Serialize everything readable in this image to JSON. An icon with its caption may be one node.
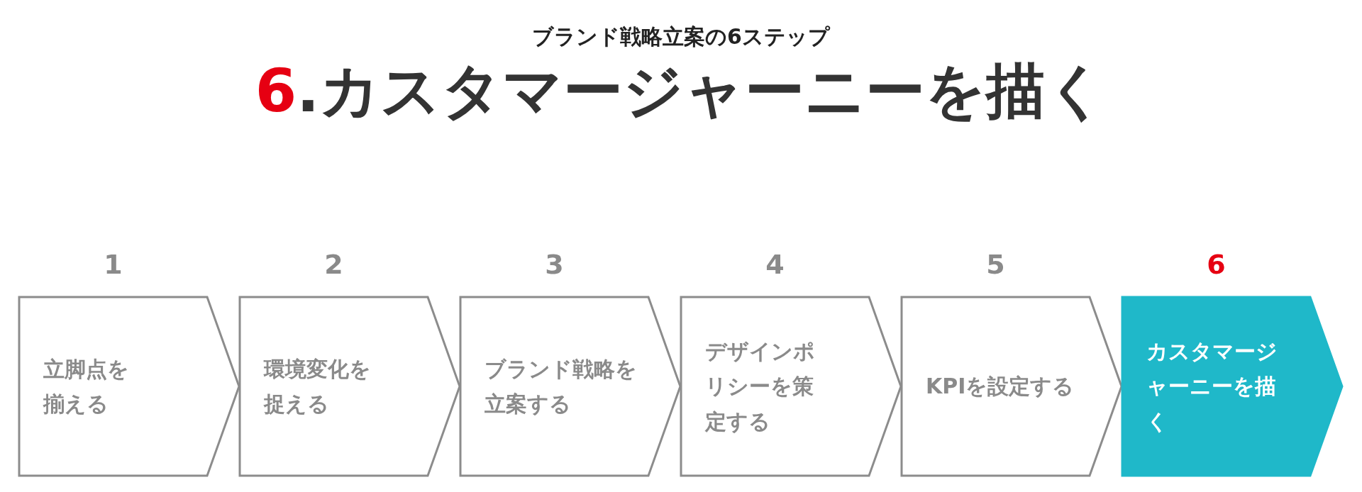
{
  "diagram": {
    "title": "6.カスタマージャーニーを描く",
    "nodes": [
      {
        "text": [
          "立脚点を揃える"
        ],
        "beside": [
          "1"
        ]
      },
      {
        "text": [
          "環境変化を捉える"
        ],
        "beside": [
          "2"
        ]
      },
      {
        "text": [
          "ブランド戦略を立案する"
        ],
        "beside": [
          "3"
        ]
      },
      {
        "text": [
          "デザインポリシーを策定する"
        ],
        "beside": [
          "4"
        ]
      },
      {
        "text": [
          "KPIを設定する"
        ],
        "beside": [
          "5"
        ]
      },
      {
        "text": [
          "カスタマージャーニーを描く"
        ],
        "beside": [
          "6"
        ]
      }
    ],
    "edges": [],
    "labels": [
      "ブランド戦略立案の6ステップ"
    ]
  }
}
